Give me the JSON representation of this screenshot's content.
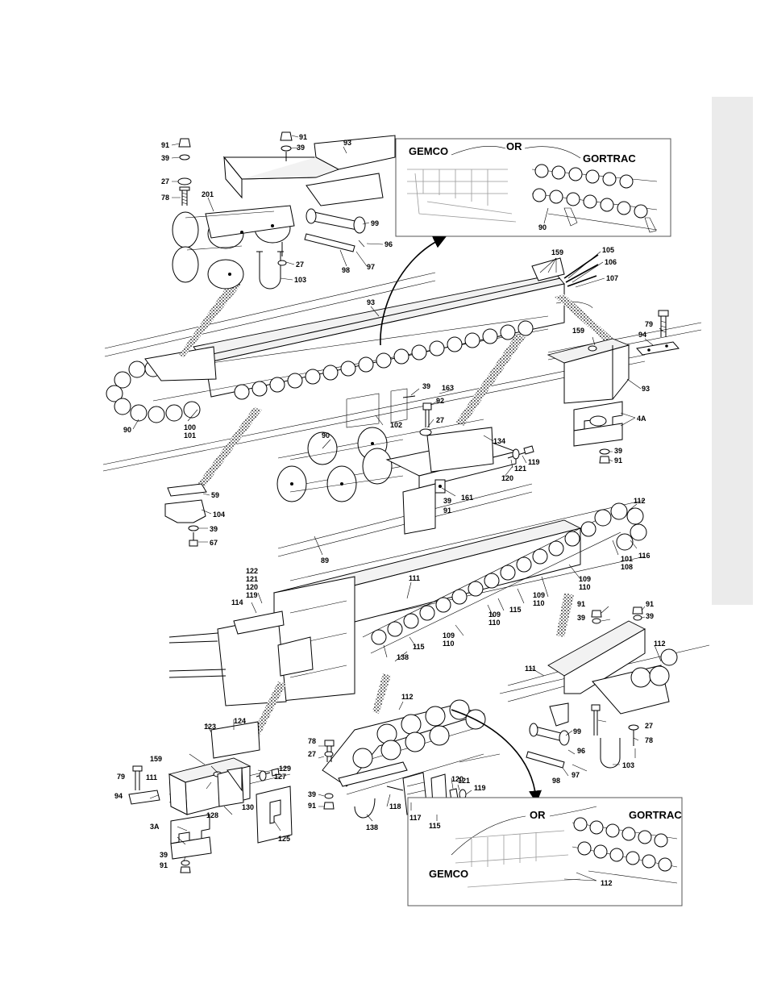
{
  "side_tab": {
    "color": "#ebebeb"
  },
  "insets": {
    "top": {
      "left_label": "GEMCO",
      "mid_label": "OR",
      "right_label": "GORTRAC",
      "callout": "90"
    },
    "bottom": {
      "left_label": "GEMCO",
      "mid_label": "OR",
      "right_label": "GORTRAC",
      "callout": "112"
    }
  },
  "callouts": {
    "c91a": "91",
    "c39a": "39",
    "c27a": "27",
    "c78a": "78",
    "c201": "201",
    "c91b": "91",
    "c39b": "39",
    "c93a": "93",
    "c99a": "99",
    "c96a": "96",
    "c97a": "97",
    "c98a": "98",
    "c27b": "27",
    "c103a": "103",
    "c159a": "159",
    "c105": "105",
    "c106": "106",
    "c107": "107",
    "c93b": "93",
    "c79a": "79",
    "c94a": "94",
    "c159b": "159",
    "c93c": "93",
    "c4A": "4A",
    "c39c": "39",
    "c91c": "91",
    "c39d": "39",
    "c163": "163",
    "c92": "92",
    "c27c": "27",
    "c102": "102",
    "c90a": "90",
    "c100": "100",
    "c101a": "101",
    "c90b": "90",
    "c134": "134",
    "c119a": "119",
    "c121a": "121",
    "c120a": "120",
    "c161": "161",
    "c39e": "39",
    "c91d": "91",
    "c59": "59",
    "c104": "104",
    "c39f": "39",
    "c67": "67",
    "c89": "89",
    "c112a": "112",
    "c116": "116",
    "c101b": "101",
    "c108": "108",
    "c122": "122",
    "c121b": "121",
    "c120b": "120",
    "c119b": "119",
    "c114": "114",
    "c111a": "111",
    "c109a": "109",
    "c110a": "110",
    "c109b": "109",
    "c110b": "110",
    "c115a": "115",
    "c109c": "109",
    "c110c": "110",
    "c109d": "109",
    "c110d": "110",
    "c115b": "115",
    "c138a": "138",
    "c91e": "91",
    "c39g": "39",
    "c91f": "91",
    "c39h": "39",
    "c112b": "112",
    "c111b": "111",
    "c99b": "99",
    "c96b": "96",
    "c97b": "97",
    "c98b": "98",
    "c27d": "27",
    "c78b": "78",
    "c103b": "103",
    "c123": "123",
    "c124": "124",
    "c159c": "159",
    "c129": "129",
    "c127": "127",
    "c79b": "79",
    "c111c": "111",
    "c94b": "94",
    "c128": "128",
    "c130": "130",
    "c3A": "3A",
    "c125": "125",
    "c39i": "39",
    "c91g": "91",
    "c112c": "112",
    "c78c": "78",
    "c27e": "27",
    "c39j": "39",
    "c91h": "91",
    "c120c": "120",
    "c121c": "121",
    "c119c": "119",
    "c118": "118",
    "c117": "117",
    "c115c": "115",
    "c138b": "138"
  }
}
